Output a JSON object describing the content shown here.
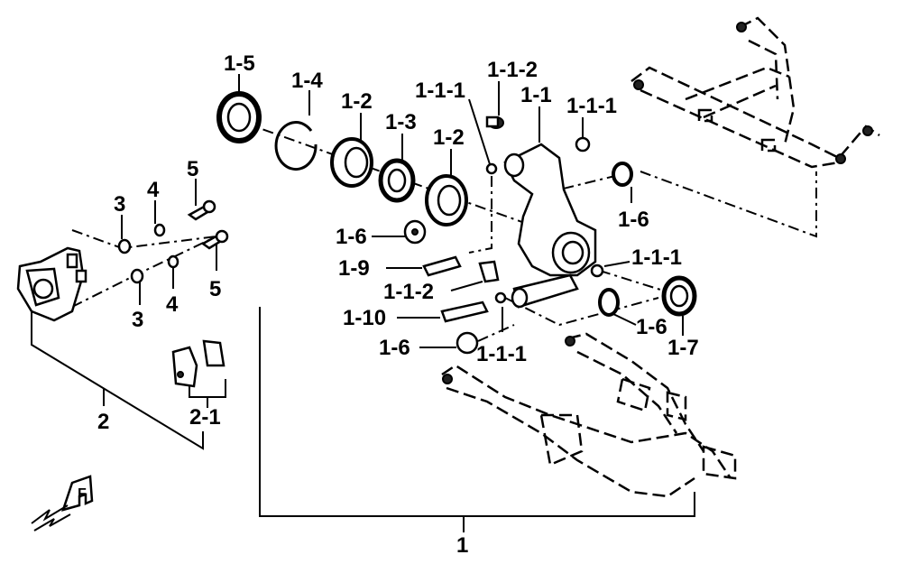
{
  "labels": {
    "l_1_5": "1-5",
    "l_1_4": "1-4",
    "l_1_2a": "1-2",
    "l_1_3": "1-3",
    "l_1_2b": "1-2",
    "l_1_1_1a": "1-1-1",
    "l_1_1_2a": "1-1-2",
    "l_1_1": "1-1",
    "l_1_1_1b": "1-1-1",
    "l_1_6a": "1-6",
    "l_1_6b": "1-6",
    "l_1_9": "1-9",
    "l_1_1_1c": "1-1-1",
    "l_1_1_2b": "1-1-2",
    "l_1_10": "1-10",
    "l_1_6c": "1-6",
    "l_1_7": "1-7",
    "l_1_1_1d": "1-1-1",
    "l_1_6d": "1-6",
    "l_3a": "3",
    "l_4a": "4",
    "l_5a": "5",
    "l_3b": "3",
    "l_4b": "4",
    "l_5b": "5",
    "l_2": "2",
    "l_2_1": "2-1",
    "l_1": "1",
    "l_f": "F"
  }
}
